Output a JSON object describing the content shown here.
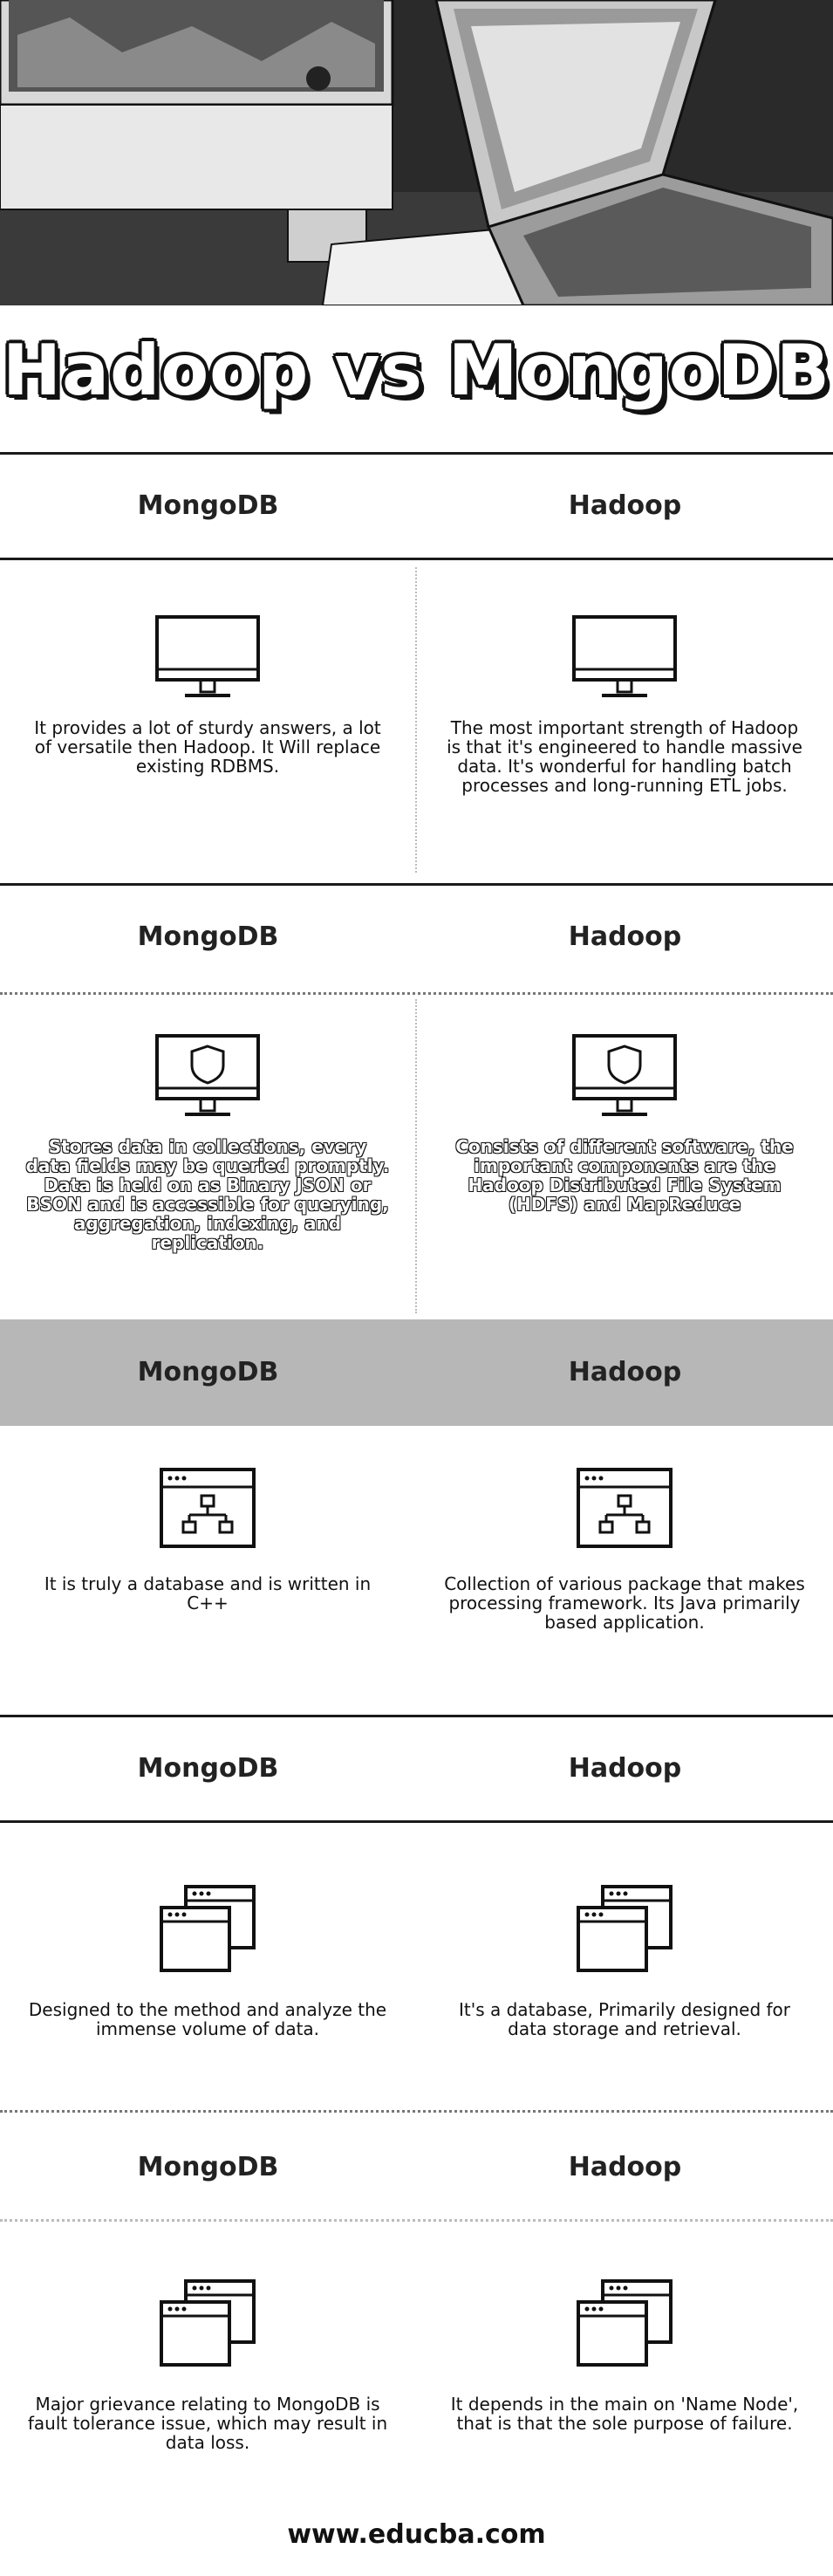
{
  "title": "Hadoop vs MongoDB",
  "rows": [
    {
      "left_header": "MongoDB",
      "right_header": "Hadoop",
      "left_text": "It provides a lot of sturdy answers, a lot of versatile then Hadoop. It Will replace existing RDBMS.",
      "right_text": "The most important strength of Hadoop is that it's engineered to handle massive data. It's wonderful for handling batch processes and long-running ETL jobs.",
      "icon": "monitor-icon"
    },
    {
      "left_header": "MongoDB",
      "right_header": "Hadoop",
      "left_text": "Stores data in collections, every data fields may be queried promptly. Data is held on as Binary JSON or BSON and is accessible for querying, aggregation, indexing, and replication.",
      "right_text": "Consists of different software, the important components are the Hadoop Distributed File System (HDFS) and MapReduce",
      "icon": "security-monitor-icon"
    },
    {
      "left_header": "MongoDB",
      "right_header": "Hadoop",
      "left_text": "It is truly a database and is written in C++",
      "right_text": "Collection of various package that makes processing framework. Its Java primarily based application.",
      "icon": "sitemap-window-icon"
    },
    {
      "left_header": "MongoDB",
      "right_header": "Hadoop",
      "left_text": "Designed to the method and analyze the immense volume of data.",
      "right_text": "It's a database, Primarily designed for data storage and retrieval.",
      "icon": "stacked-windows-icon"
    },
    {
      "left_header": "MongoDB",
      "right_header": "Hadoop",
      "left_text": "Major grievance relating to MongoDB is fault tolerance issue, which may result in data loss.",
      "right_text": "It depends in the main on 'Name Node', that is that the sole purpose of failure.",
      "icon": "stacked-windows-icon"
    }
  ],
  "footer": "www.educba.com"
}
